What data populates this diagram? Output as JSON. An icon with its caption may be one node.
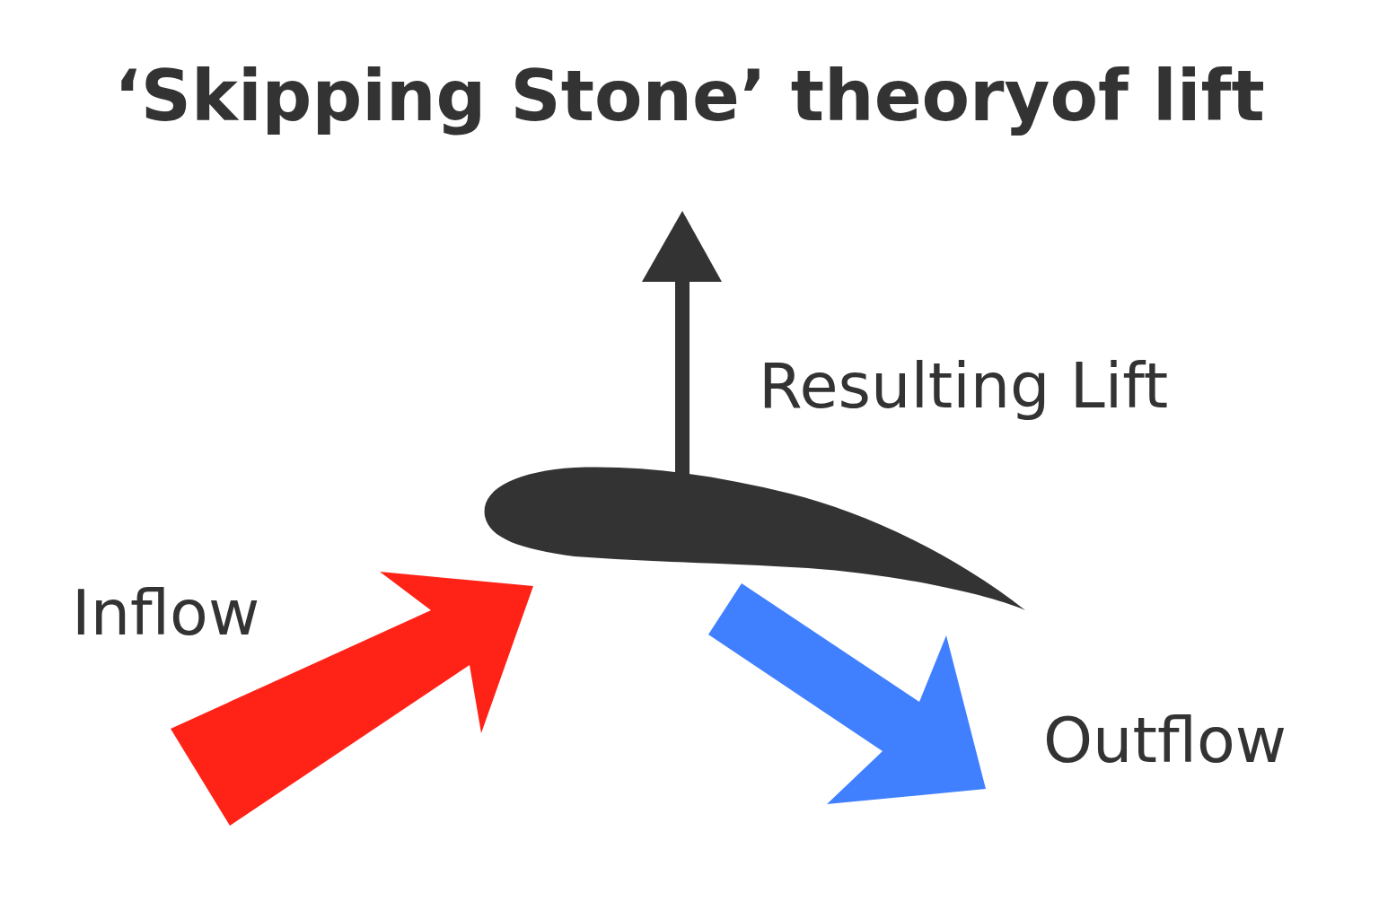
{
  "diagram": {
    "title": "‘Skipping Stone’ theoryof lift",
    "labels": [
      "Resulting Lift",
      "Inflow",
      "Outflow"
    ]
  }
}
